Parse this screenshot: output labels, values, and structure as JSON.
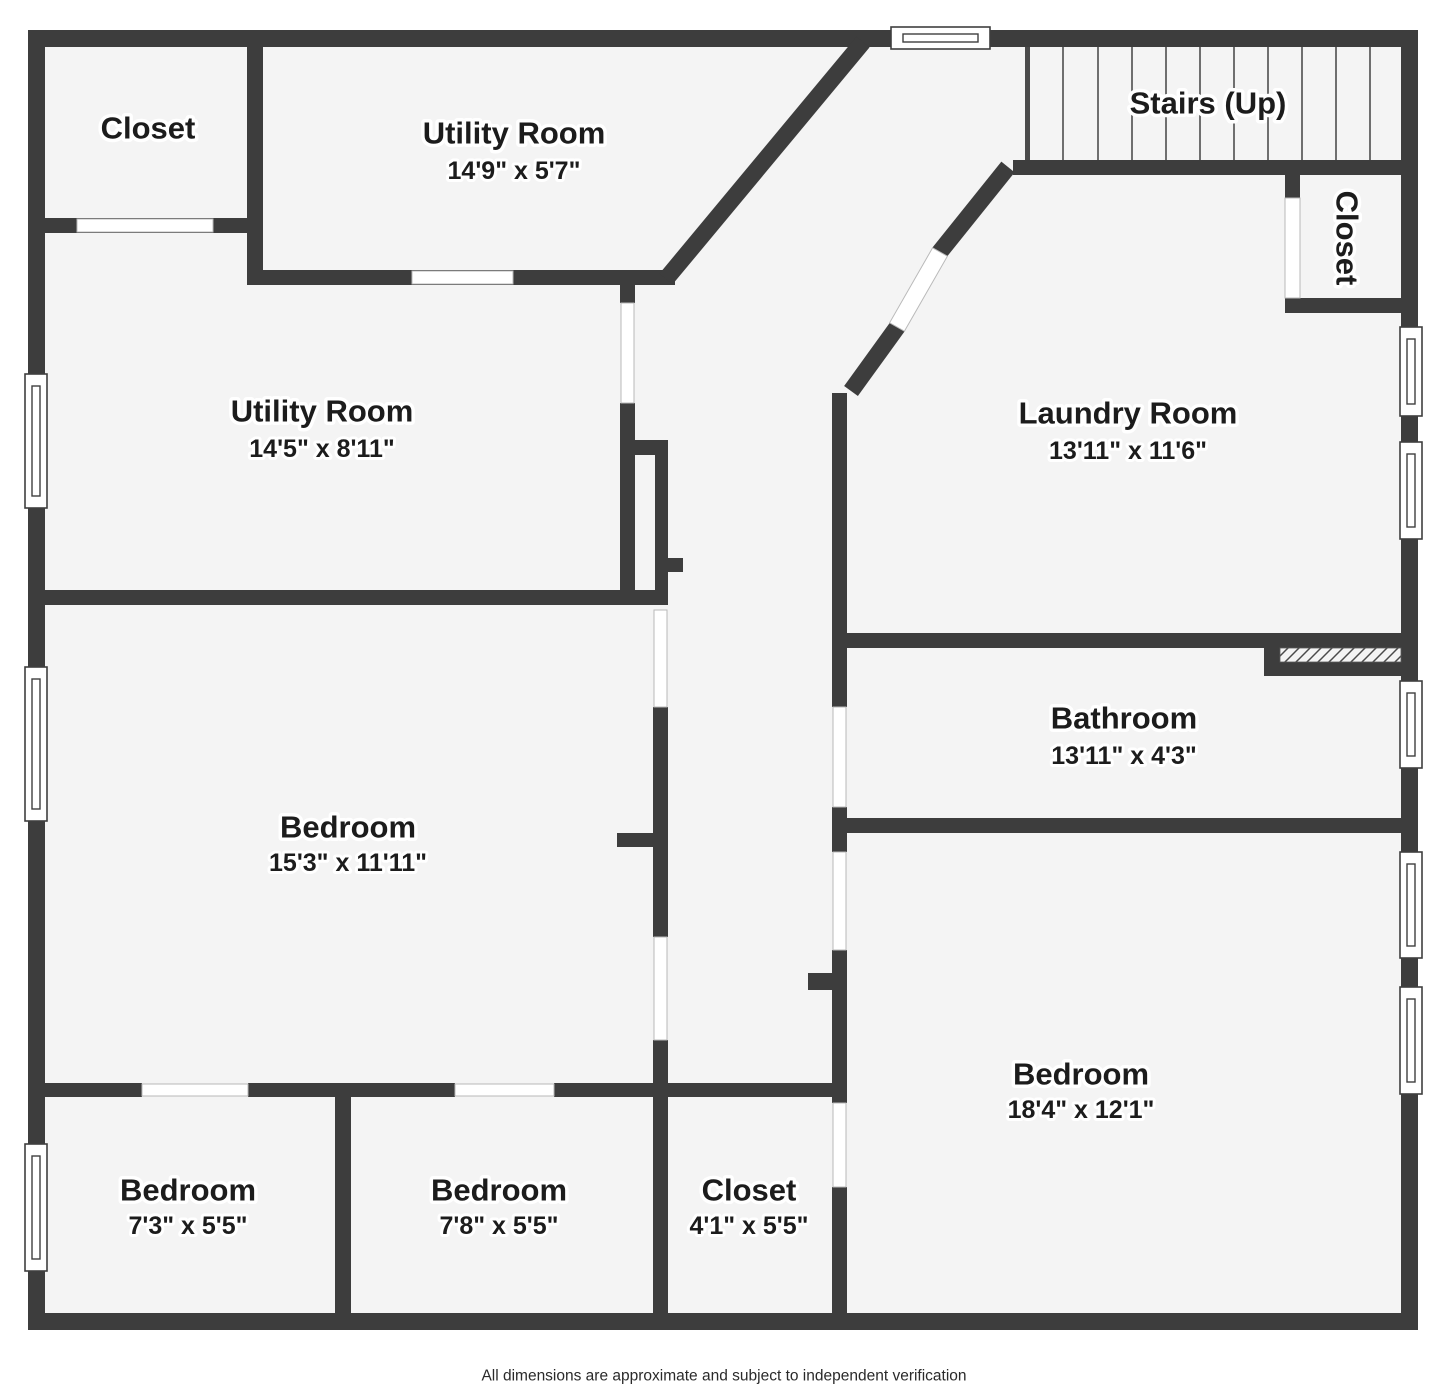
{
  "page": {
    "background_color": "#ffffff",
    "floor_color": "#f4f4f4",
    "wall_color": "#3d3d3d",
    "text_color": "#1c1c1c"
  },
  "rooms": [
    {
      "name": "closet-top-left",
      "label": "Closet",
      "dims": ""
    },
    {
      "name": "utility-room-top",
      "label": "Utility Room",
      "dims": "14'9\" x 5'7\""
    },
    {
      "name": "stairs",
      "label": "Stairs (Up)",
      "dims": ""
    },
    {
      "name": "closet-top-right",
      "label": "Closet",
      "dims": ""
    },
    {
      "name": "utility-room-middle",
      "label": "Utility Room",
      "dims": "14'5\" x 8'11\""
    },
    {
      "name": "laundry-room",
      "label": "Laundry Room",
      "dims": "13'11\" x 11'6\""
    },
    {
      "name": "bathroom",
      "label": "Bathroom",
      "dims": "13'11\" x 4'3\""
    },
    {
      "name": "bedroom-left",
      "label": "Bedroom",
      "dims": "15'3\" x 11'11\""
    },
    {
      "name": "bedroom-right",
      "label": "Bedroom",
      "dims": "18'4\" x 12'1\""
    },
    {
      "name": "bedroom-bottom-left",
      "label": "Bedroom",
      "dims": "7'3\" x 5'5\""
    },
    {
      "name": "bedroom-bottom-middle",
      "label": "Bedroom",
      "dims": "7'8\" x 5'5\""
    },
    {
      "name": "closet-bottom",
      "label": "Closet",
      "dims": "4'1\" x 5'5\""
    }
  ],
  "footer": {
    "disclaimer": "All dimensions are approximate and subject to independent verification"
  }
}
